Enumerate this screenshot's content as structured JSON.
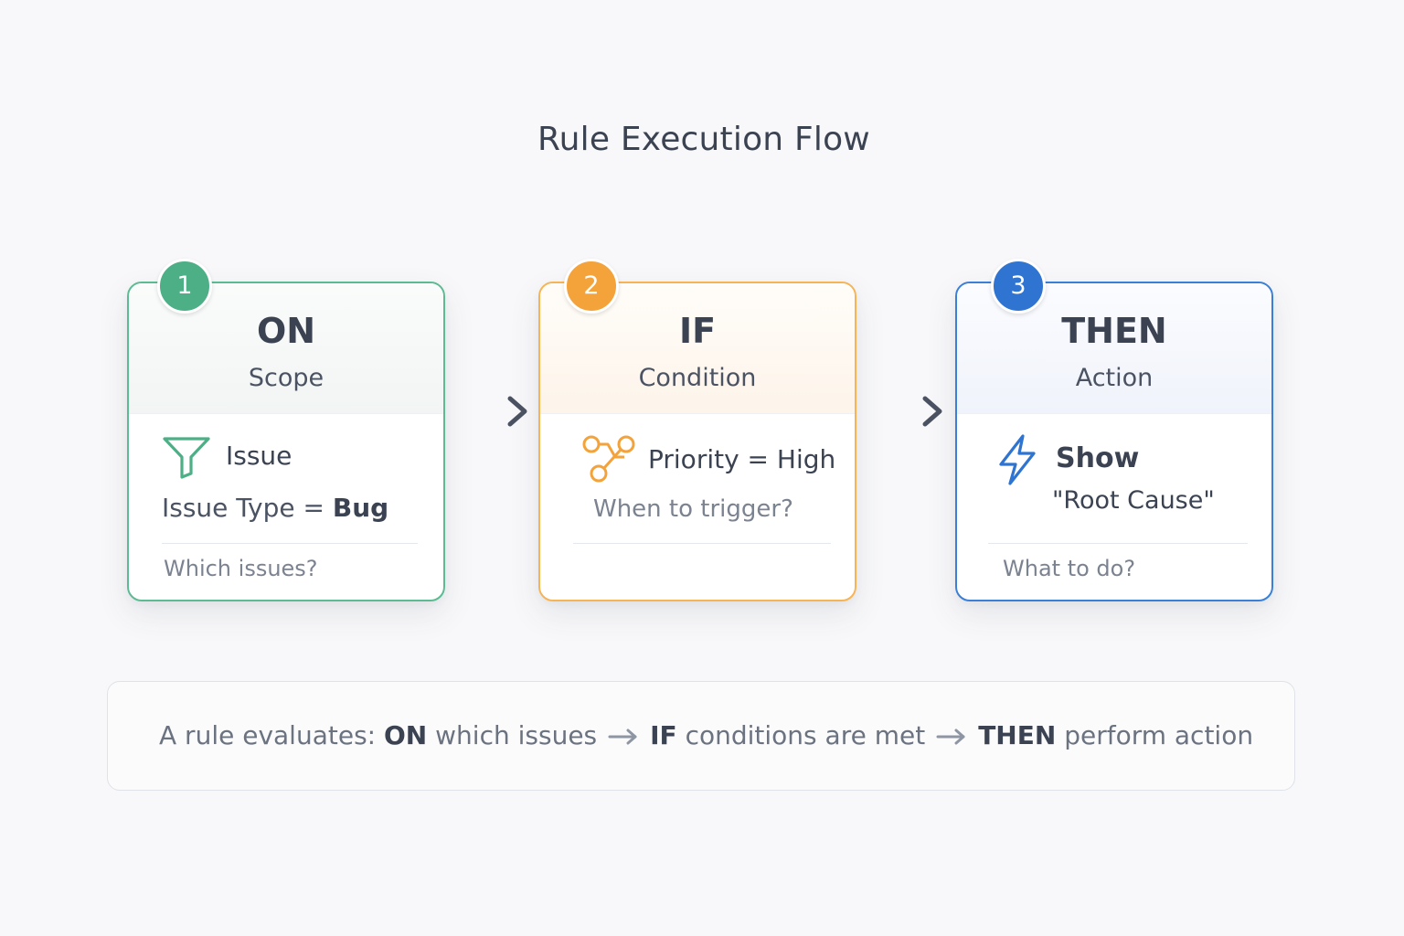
{
  "title": "Rule Execution Flow",
  "colors": {
    "scope": "#4caf86",
    "condition": "#f4a23a",
    "action": "#2f74d0"
  },
  "cards": [
    {
      "number": "1",
      "keyword": "ON",
      "subtitle": "Scope",
      "icon": "filter-icon",
      "primary": "Issue",
      "secondary_prefix": "Issue Type =",
      "secondary_value": "Bug",
      "question": "Which issues?"
    },
    {
      "number": "2",
      "keyword": "IF",
      "subtitle": "Condition",
      "icon": "branch-icon",
      "primary": "Priority = High",
      "question": "When to trigger?"
    },
    {
      "number": "3",
      "keyword": "THEN",
      "subtitle": "Action",
      "icon": "lightning-icon",
      "primary": "Show",
      "secondary": "\"Root Cause\"",
      "question": "What to do?"
    }
  ],
  "summary": {
    "prefix": "A rule evaluates:",
    "kw_on": "ON",
    "text_on": "which issues",
    "kw_if": "IF",
    "text_if": "conditions are met",
    "kw_then": "THEN",
    "text_then": "perform action"
  }
}
